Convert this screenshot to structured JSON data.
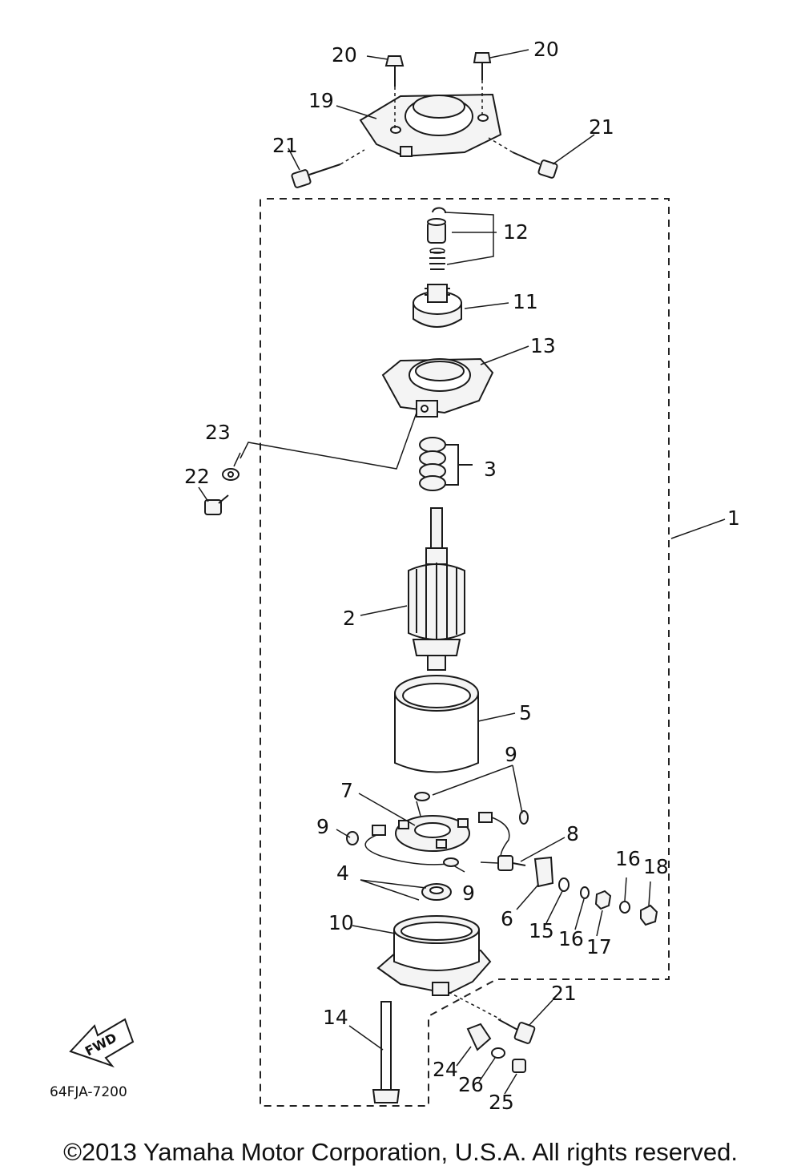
{
  "diagram": {
    "ref_code": "64FJA-7200",
    "fwd_label": "FWD",
    "callouts": [
      "1",
      "2",
      "3",
      "4",
      "5",
      "6",
      "7",
      "8",
      "9",
      "10",
      "11",
      "12",
      "13",
      "14",
      "15",
      "16",
      "17",
      "18",
      "19",
      "20",
      "21",
      "22",
      "23",
      "24",
      "25",
      "26"
    ]
  },
  "footer": {
    "copyright": "©2013 Yamaha Motor Corporation, U.S.A. All rights reserved."
  }
}
